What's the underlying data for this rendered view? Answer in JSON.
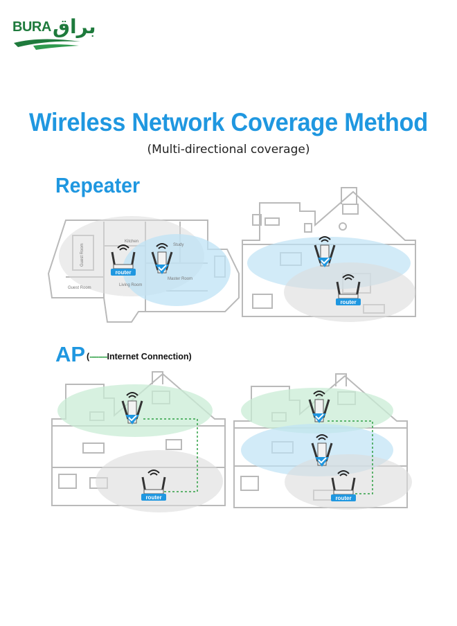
{
  "brand": {
    "latin": "BURA",
    "arabic": "براق",
    "color": "#1e7a3c"
  },
  "header": {
    "title": "Wireless Network Coverage Method",
    "subtitle": "(Multi-directional coverage)",
    "accent": "#1f97e0"
  },
  "repeater": {
    "title": "Repeater",
    "floorplan": {
      "rooms": [
        "Kitchen",
        "Study",
        "Guest Room",
        "Guest Room",
        "Living Room",
        "Master Room"
      ],
      "router_label": "router"
    },
    "house": {
      "router_label": "router"
    }
  },
  "ap": {
    "title": "AP",
    "legend_open": "(",
    "legend_dash": "--------",
    "legend_text": "Internet Connection)",
    "house_left": {
      "router_label": "router"
    },
    "house_right": {
      "router_label": "router"
    }
  },
  "colors": {
    "blue_zone": "#bfe3f5",
    "green_zone": "#c9ecd6",
    "gray_zone": "#dcdcdc",
    "link_dash": "#2ea043",
    "outline": "#b9b9b9"
  }
}
